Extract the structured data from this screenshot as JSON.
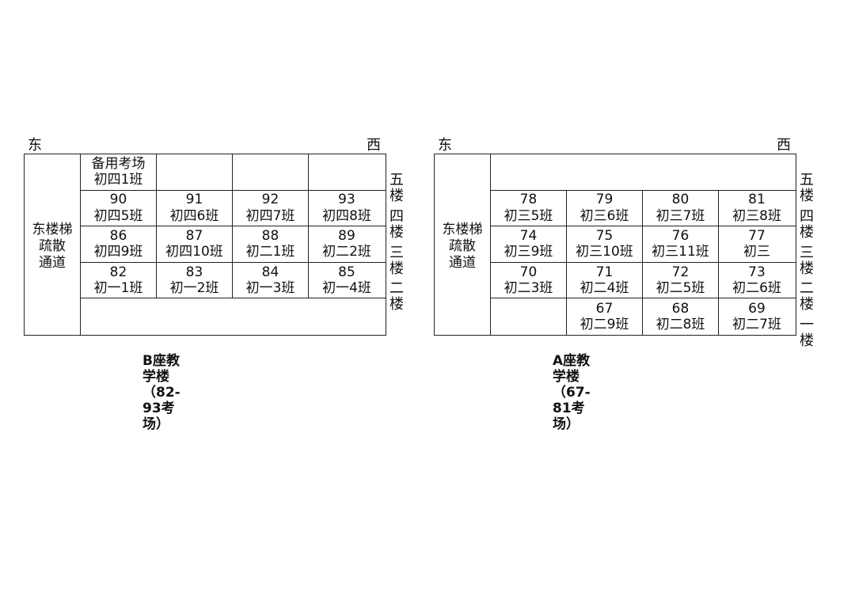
{
  "buildings": [
    {
      "east": "东",
      "west": "西",
      "stair": "东楼梯\n疏散\n通道",
      "caption": "B座教学楼（82-93考场）",
      "floors": [
        "五楼",
        "四楼",
        "三楼",
        "二楼",
        ""
      ],
      "rows": [
        [
          {
            "num": "备用考场",
            "cls": "初四1班"
          },
          {
            "num": "",
            "cls": ""
          },
          {
            "num": "",
            "cls": ""
          },
          {
            "num": "",
            "cls": ""
          }
        ],
        [
          {
            "num": "90",
            "cls": "初四5班"
          },
          {
            "num": "91",
            "cls": "初四6班"
          },
          {
            "num": "92",
            "cls": "初四7班"
          },
          {
            "num": "93",
            "cls": "初四8班"
          }
        ],
        [
          {
            "num": "86",
            "cls": "初四9班"
          },
          {
            "num": "87",
            "cls": "初四10班"
          },
          {
            "num": "88",
            "cls": "初二1班"
          },
          {
            "num": "89",
            "cls": "初二2班"
          }
        ],
        [
          {
            "num": "82",
            "cls": "初一1班"
          },
          {
            "num": "83",
            "cls": "初一2班"
          },
          {
            "num": "84",
            "cls": "初一3班"
          },
          {
            "num": "85",
            "cls": "初一4班"
          }
        ],
        []
      ]
    },
    {
      "east": "东",
      "west": "西",
      "stair": "东楼梯\n疏散\n通道",
      "caption": "A座教学楼（67-81考场）",
      "floors": [
        "五楼",
        "四楼",
        "三楼",
        "二楼",
        "一楼"
      ],
      "rows": [
        [],
        [
          {
            "num": "78",
            "cls": "初三5班"
          },
          {
            "num": "79",
            "cls": "初三6班"
          },
          {
            "num": "80",
            "cls": "初三7班"
          },
          {
            "num": "81",
            "cls": "初三8班"
          }
        ],
        [
          {
            "num": "74",
            "cls": "初三9班"
          },
          {
            "num": "75",
            "cls": "初三10班"
          },
          {
            "num": "76",
            "cls": "初三11班"
          },
          {
            "num": "77",
            "cls": "初三"
          }
        ],
        [
          {
            "num": "70",
            "cls": "初二3班"
          },
          {
            "num": "71",
            "cls": "初二4班"
          },
          {
            "num": "72",
            "cls": "初二5班"
          },
          {
            "num": "73",
            "cls": "初二6班"
          }
        ],
        [
          {
            "num": "",
            "cls": ""
          },
          {
            "num": "67",
            "cls": "初二9班"
          },
          {
            "num": "68",
            "cls": "初二8班"
          },
          {
            "num": "69",
            "cls": "初二7班"
          }
        ]
      ]
    }
  ]
}
